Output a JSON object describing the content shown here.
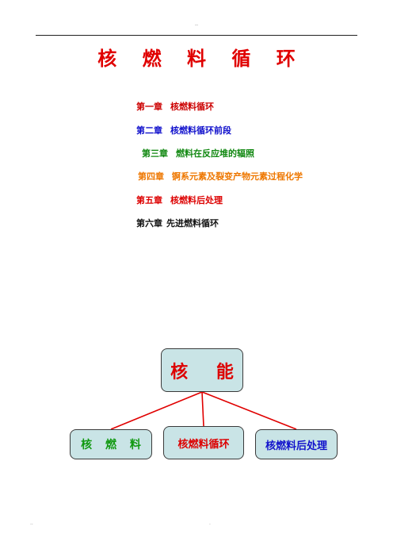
{
  "header": {
    "mark": "--"
  },
  "document": {
    "title": "核 燃 料 循 环",
    "title_color": "#e00000"
  },
  "toc": [
    {
      "num": "第一章",
      "title": "核燃料循环",
      "color": "#cc0000"
    },
    {
      "num": "第二章",
      "title": "核燃料循环前段",
      "color": "#1010cc"
    },
    {
      "num": "第三章",
      "title": "燃料在反应堆的辐照",
      "color": "#118811"
    },
    {
      "num": "第四章",
      "title": "锕系元素及裂变产物元素过程化学",
      "color": "#ee7700"
    },
    {
      "num": "第五章",
      "title": "核燃料后处理",
      "color": "#dd0000"
    },
    {
      "num": "第六章",
      "title": "先进燃料循环",
      "color": "#111111"
    }
  ],
  "diagram": {
    "top": {
      "label": "核 能",
      "color": "#dd0000"
    },
    "left": {
      "label": "核 燃 料",
      "color": "#119911"
    },
    "middle": {
      "label": "核燃料循环",
      "color": "#dd0000"
    },
    "right": {
      "label": "核燃料后处理",
      "color": "#1111cc"
    },
    "line_color": "#e00000",
    "node_fill": "#c9e4e6"
  },
  "footer": {
    "left_mark": "..",
    "right_mark": "."
  }
}
